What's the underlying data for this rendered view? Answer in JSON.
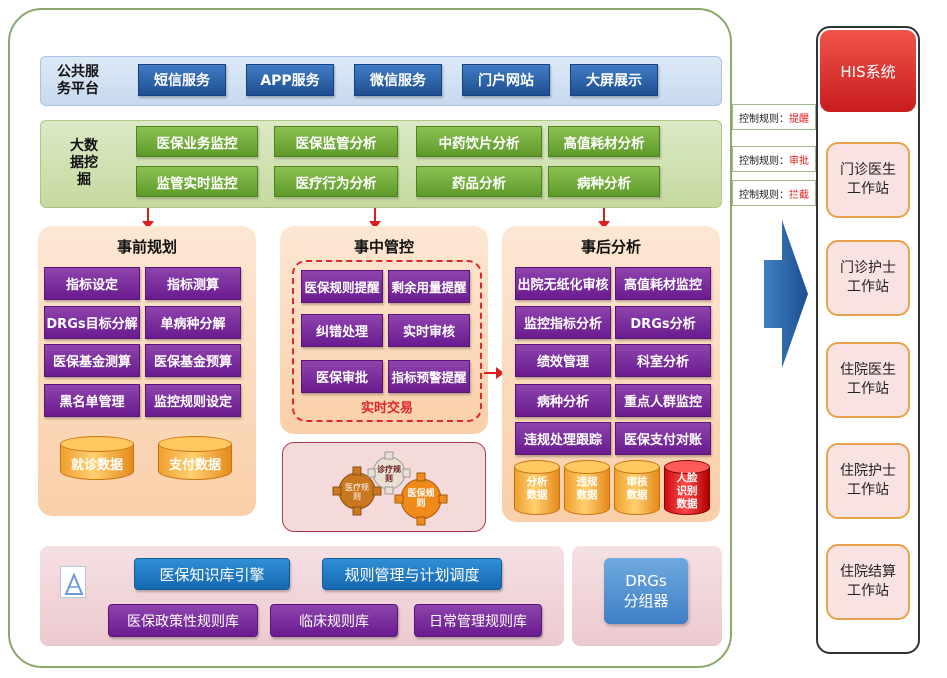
{
  "public_platform": {
    "label_line1": "公共服",
    "label_line2": "务平台",
    "services": [
      "短信服务",
      "APP服务",
      "微信服务",
      "门户网站",
      "大屏展示"
    ]
  },
  "big_data": {
    "label_line1": "大数",
    "label_line2": "据挖",
    "label_line3": "掘",
    "row1": [
      "医保业务监控",
      "医保监管分析",
      "中药饮片分析",
      "高值耗材分析"
    ],
    "row2": [
      "监管实时监控",
      "医疗行为分析",
      "药品分析",
      "病种分析"
    ]
  },
  "pre_planning": {
    "title": "事前规划",
    "items": [
      "指标设定",
      "指标测算",
      "DRGs目标分解",
      "单病种分解",
      "医保基金测算",
      "医保基金预算",
      "黑名单管理",
      "监控规则设定"
    ],
    "databases": [
      "就诊数据",
      "支付数据"
    ]
  },
  "mid_control": {
    "title": "事中管控",
    "items": [
      "医保规则提醒",
      "剩余用量提醒",
      "纠错处理",
      "实时审核",
      "医保审批",
      "指标预警提醒"
    ],
    "realtime_label": "实时交易",
    "gears": [
      "医疗规则",
      "诊疗规则",
      "医保规则"
    ]
  },
  "post_analysis": {
    "title": "事后分析",
    "items": [
      "出院无纸化审核",
      "高值耗材监控",
      "监控指标分析",
      "DRGs分析",
      "绩效管理",
      "科室分析",
      "病种分析",
      "重点人群监控",
      "违规处理跟踪",
      "医保支付对账"
    ],
    "databases": [
      {
        "line1": "分析",
        "line2": "数据"
      },
      {
        "line1": "违规",
        "line2": "数据"
      },
      {
        "line1": "审核",
        "line2": "数据"
      },
      {
        "line1": "人脸",
        "line2": "识别",
        "line3": "数据"
      }
    ]
  },
  "knowledge": {
    "engine": "医保知识库引擎",
    "scheduler": "规则管理与计划调度",
    "libraries": [
      "医保政策性规则库",
      "临床规则库",
      "日常管理规则库"
    ]
  },
  "drg_grouper": {
    "line1": "DRGs",
    "line2": "分组器"
  },
  "control_rules": [
    {
      "prefix": "控制规则：",
      "action": "提醒"
    },
    {
      "prefix": "控制规则：",
      "action": "审批"
    },
    {
      "prefix": "控制规则：",
      "action": "拦截"
    }
  ],
  "his": {
    "title": "HIS系统",
    "stations": [
      {
        "line1": "门诊医生",
        "line2": "工作站"
      },
      {
        "line1": "门诊护士",
        "line2": "工作站"
      },
      {
        "line1": "住院医生",
        "line2": "工作站"
      },
      {
        "line1": "住院护士",
        "line2": "工作站"
      },
      {
        "line1": "住院结算",
        "line2": "工作站"
      }
    ]
  },
  "colors": {
    "frame": "#8aa86a",
    "service_blue": "#2a63ad",
    "analysis_green": "#6faa35",
    "module_purple": "#7a2a9e",
    "panel_orange": "#fbdcc0",
    "alert_red": "#d81e1e"
  }
}
